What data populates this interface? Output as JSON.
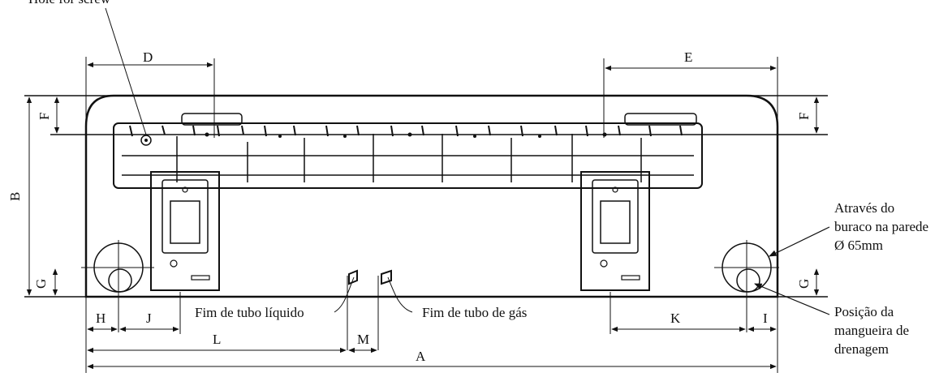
{
  "diagram": {
    "top_label_cropped": "Hole for screw",
    "dimensions": {
      "A": "A",
      "B": "B",
      "D": "D",
      "E": "E",
      "F_left": "F",
      "F_right": "F",
      "G_left": "G",
      "G_right": "G",
      "H": "H",
      "I": "I",
      "J": "J",
      "K": "K",
      "L": "L",
      "M": "M"
    },
    "annotations": {
      "wall_hole_line1": "Através do",
      "wall_hole_line2": "buraco na parede",
      "wall_hole_line3": "Ø 65mm",
      "liquid_pipe": "Fim de tubo líquido",
      "gas_pipe": "Fim de tubo de gás",
      "drain_line1": "Posição da",
      "drain_line2": "mangueira de",
      "drain_line3": "drenagem"
    }
  }
}
